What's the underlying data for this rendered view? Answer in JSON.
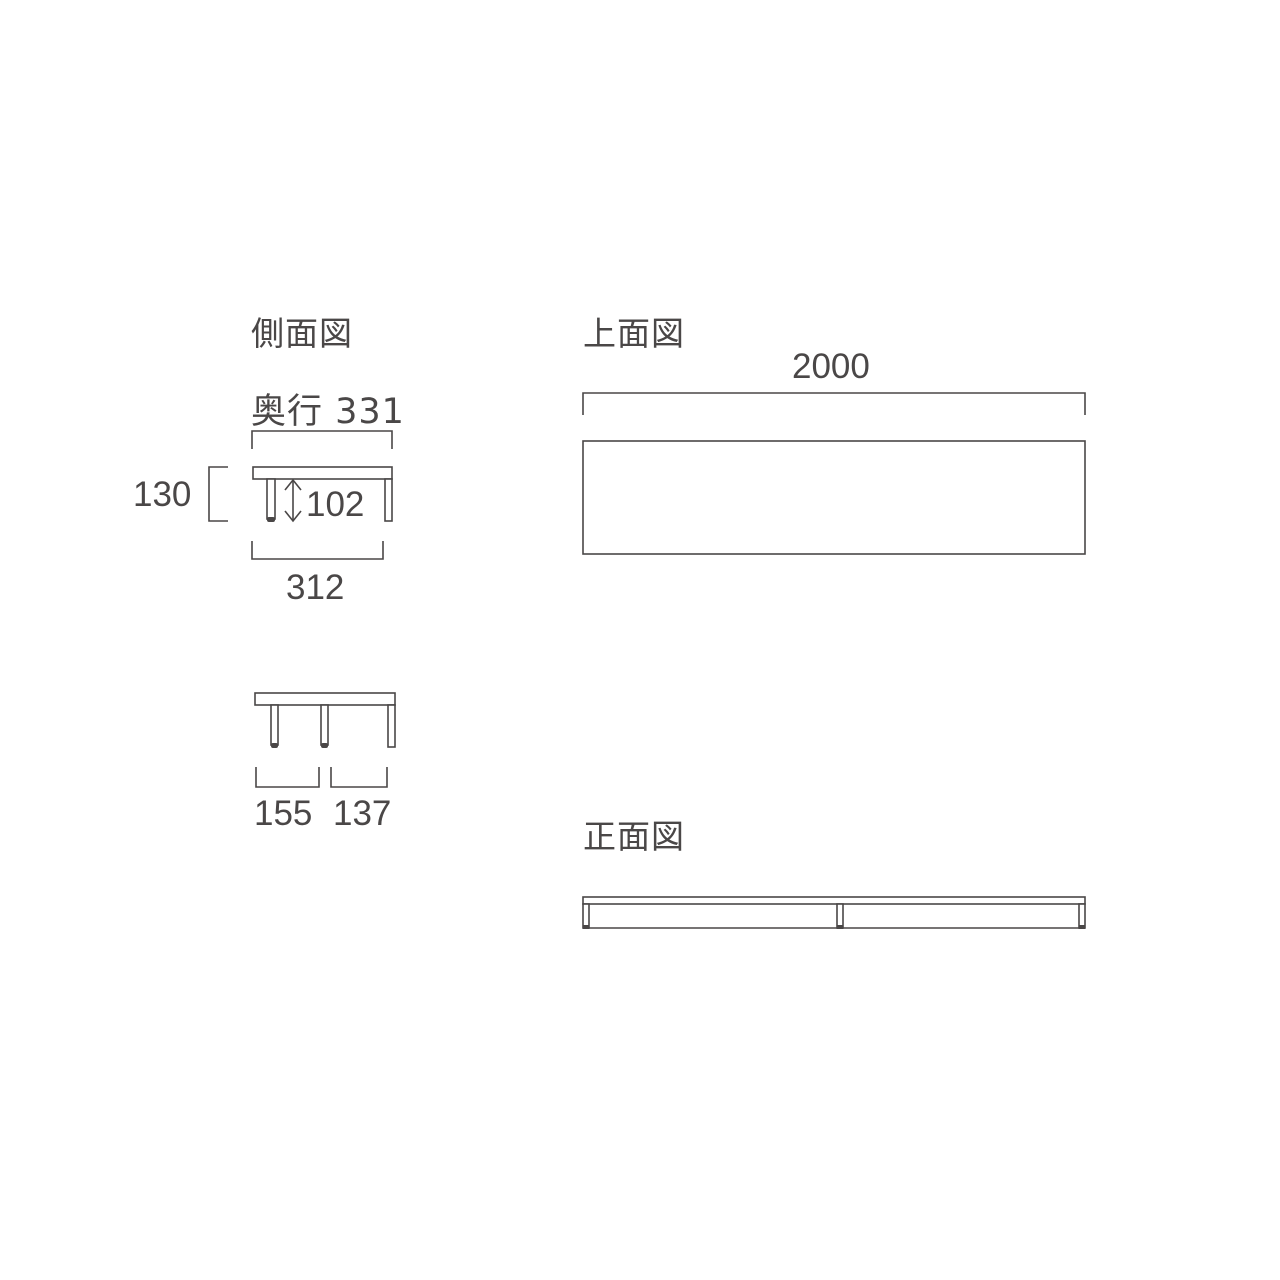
{
  "side_view": {
    "title": "側面図",
    "depth_label": "奥行 331",
    "height_label": "130",
    "inner_height_label": "102",
    "leg_span_label": "312",
    "leg_spacing_labels": [
      "155",
      "137"
    ]
  },
  "top_view": {
    "title": "上面図",
    "width_label": "2000"
  },
  "front_view": {
    "title": "正面図"
  },
  "colors": {
    "line": "#4a4747",
    "background": "#ffffff"
  }
}
